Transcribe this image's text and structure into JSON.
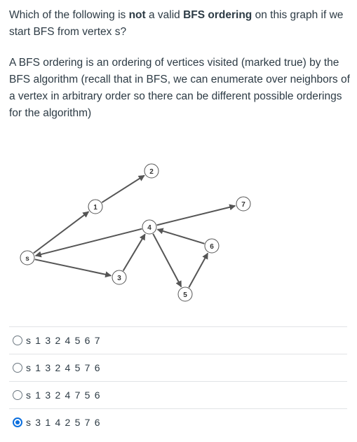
{
  "question": {
    "line1_pre": "Which of the following is ",
    "line1_not": "not",
    "line1_mid": " a valid ",
    "line1_bfs": "BFS ordering",
    "line1_post": " on this graph if we start BFS from vertex s?",
    "paragraph": "A BFS ordering is an ordering of vertices visited (marked true) by the BFS algorithm (recall that in BFS, we can enumerate over neighbors of a vertex in arbitrary order so there can be different possible orderings for the algorithm)"
  },
  "graph": {
    "nodes": [
      {
        "id": "s",
        "label": "s"
      },
      {
        "id": "1",
        "label": "1"
      },
      {
        "id": "2",
        "label": "2"
      },
      {
        "id": "3",
        "label": "3"
      },
      {
        "id": "4",
        "label": "4"
      },
      {
        "id": "5",
        "label": "5"
      },
      {
        "id": "6",
        "label": "6"
      },
      {
        "id": "7",
        "label": "7"
      }
    ],
    "edges": [
      {
        "from": "s",
        "to": "1"
      },
      {
        "from": "1",
        "to": "2"
      },
      {
        "from": "s",
        "to": "3"
      },
      {
        "from": "3",
        "to": "4"
      },
      {
        "from": "4",
        "to": "s"
      },
      {
        "from": "4",
        "to": "7"
      },
      {
        "from": "4",
        "to": "5"
      },
      {
        "from": "5",
        "to": "6"
      },
      {
        "from": "6",
        "to": "4"
      }
    ]
  },
  "answers": [
    {
      "label": "s 1 3 2 4 5 6 7",
      "selected": false
    },
    {
      "label": "s 1 3 2 4 5 7 6",
      "selected": false
    },
    {
      "label": "s 1 3 2 4 7 5 6",
      "selected": false
    },
    {
      "label": "s 3 1 4 2 5 7 6",
      "selected": true
    }
  ]
}
